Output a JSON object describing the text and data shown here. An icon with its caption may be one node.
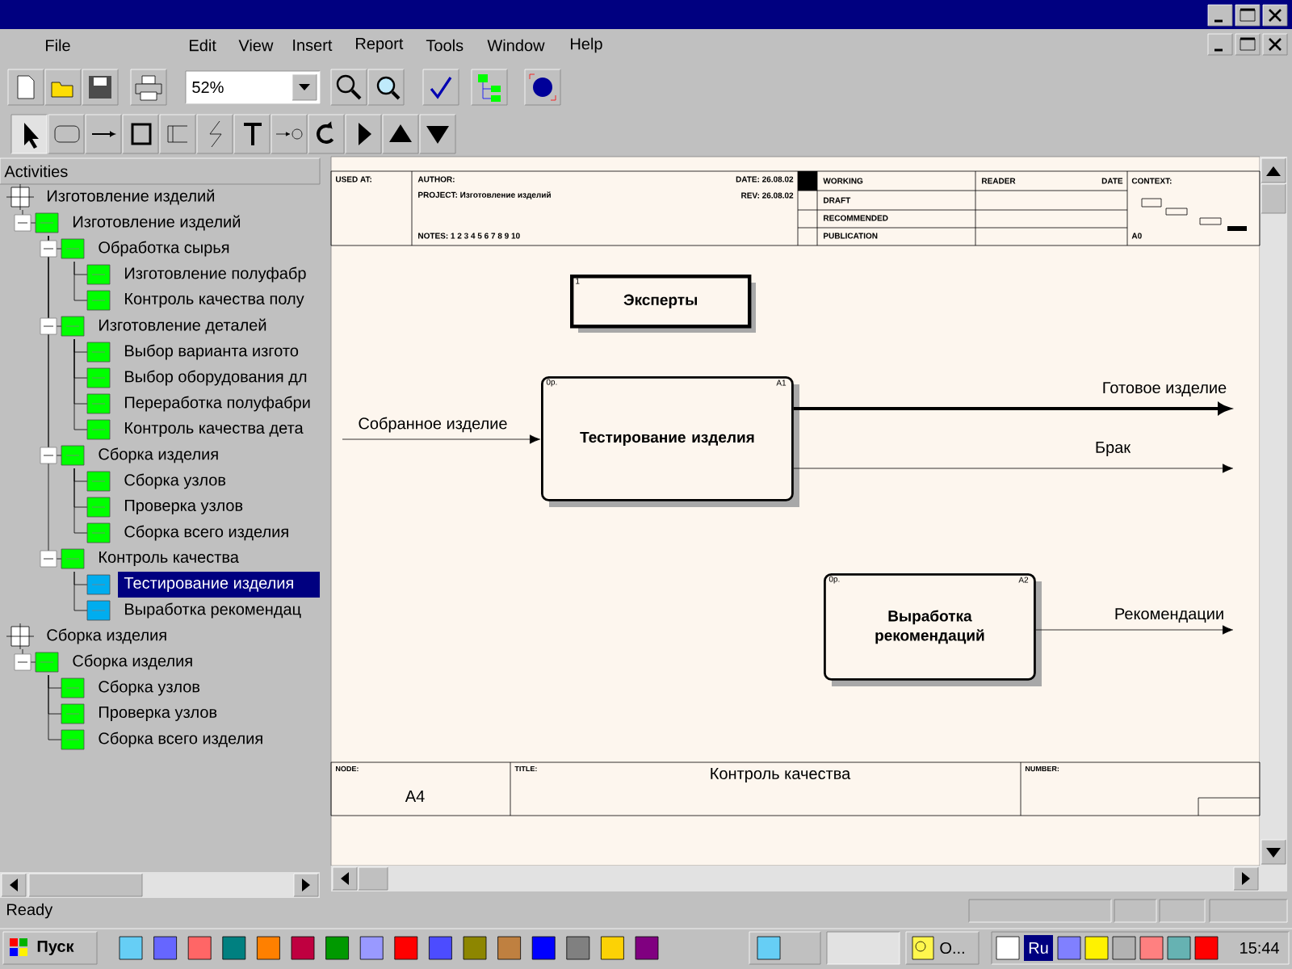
{
  "diagram": {
    "nodes": [
      {
        "text": [
          "1",
          "Эксперты"
        ]
      },
      {
        "text": [
          "0р.",
          "A1",
          "Тестирование изделия"
        ]
      },
      {
        "text": [
          "0р.",
          "A2",
          "Выработка рекомендаций"
        ]
      }
    ],
    "edges": [
      {
        "from": null,
        "to": 1,
        "arrow": "to",
        "label": "Собранное изделие"
      },
      {
        "from": 1,
        "to": null,
        "arrow": "to",
        "label": "Готовое изделие",
        "style": "thick"
      },
      {
        "from": 1,
        "to": null,
        "arrow": "to",
        "label": "Брак"
      },
      {
        "from": 2,
        "to": null,
        "arrow": "to",
        "label": "Рекомендации"
      }
    ],
    "labels": [
      "File",
      "Edit",
      "View",
      "Insert",
      "Report",
      "Tools",
      "Window",
      "Help",
      "52%",
      "Activities",
      "Изготовление изделий",
      "Изготовление изделий",
      "Обработка сырья",
      "Изготовление полуфабр",
      "Контроль качества полу",
      "Изготовление деталей",
      "Выбор варианта изгото",
      "Выбор оборудования дл",
      "Переработка полуфабри",
      "Контроль качества дета",
      "Сборка изделия",
      "Сборка узлов",
      "Проверка узлов",
      "Сборка всего изделия",
      "Контроль качества",
      "Тестирование изделия",
      "Выработка рекомендац",
      "Сборка изделия",
      "Сборка изделия",
      "Сборка узлов",
      "Проверка узлов",
      "Сборка всего изделия",
      "USED AT:",
      "AUTHOR:",
      "DATE: 26.08.02",
      "WORKING",
      "READER",
      "DATE",
      "CONTEXT:",
      "PROJECT: Изготовление изделий",
      "REV: 26.08.02",
      "DRAFT",
      "RECOMMENDED",
      "NOTES: 1 2 3 4 5 6 7 8 9 10",
      "PUBLICATION",
      "A0",
      "NODE:",
      "TITLE:",
      "Контроль качества",
      "NUMBER:",
      "A4",
      "Ready",
      "Пуск",
      "O...",
      "Ru",
      "15:44"
    ]
  }
}
